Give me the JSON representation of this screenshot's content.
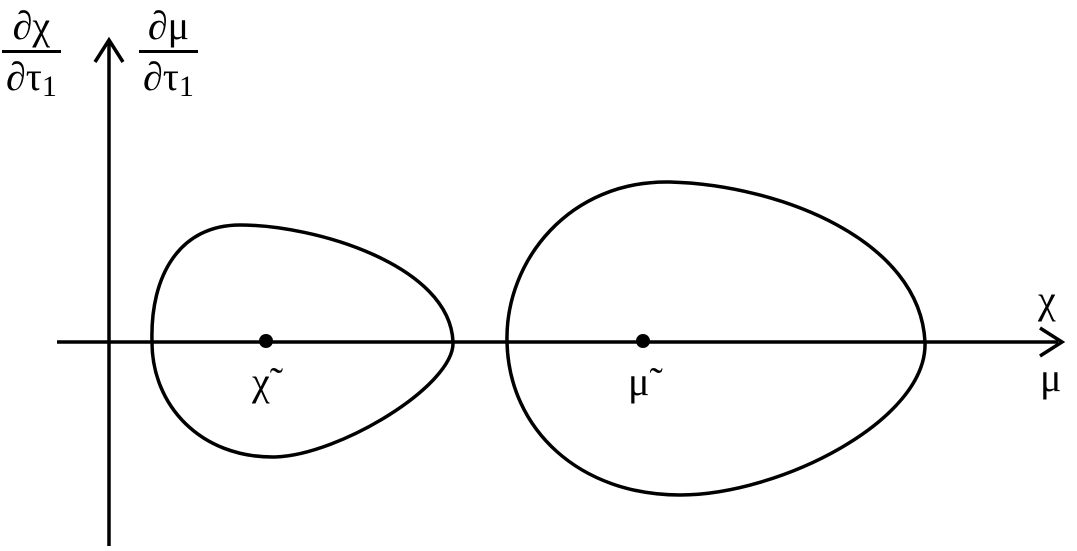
{
  "diagram": {
    "stroke_color": "#000000",
    "background": "#ffffff",
    "axes": {
      "vertical_labels": [
        {
          "numerator": "∂χ",
          "denominator_symbol": "∂τ",
          "denominator_subscript": "1"
        },
        {
          "numerator": "∂μ",
          "denominator_symbol": "∂τ",
          "denominator_subscript": "1"
        }
      ],
      "horizontal_labels": [
        "χ",
        "μ"
      ]
    },
    "centers": [
      {
        "label": "χ̃"
      },
      {
        "label": "μ̃"
      }
    ]
  }
}
